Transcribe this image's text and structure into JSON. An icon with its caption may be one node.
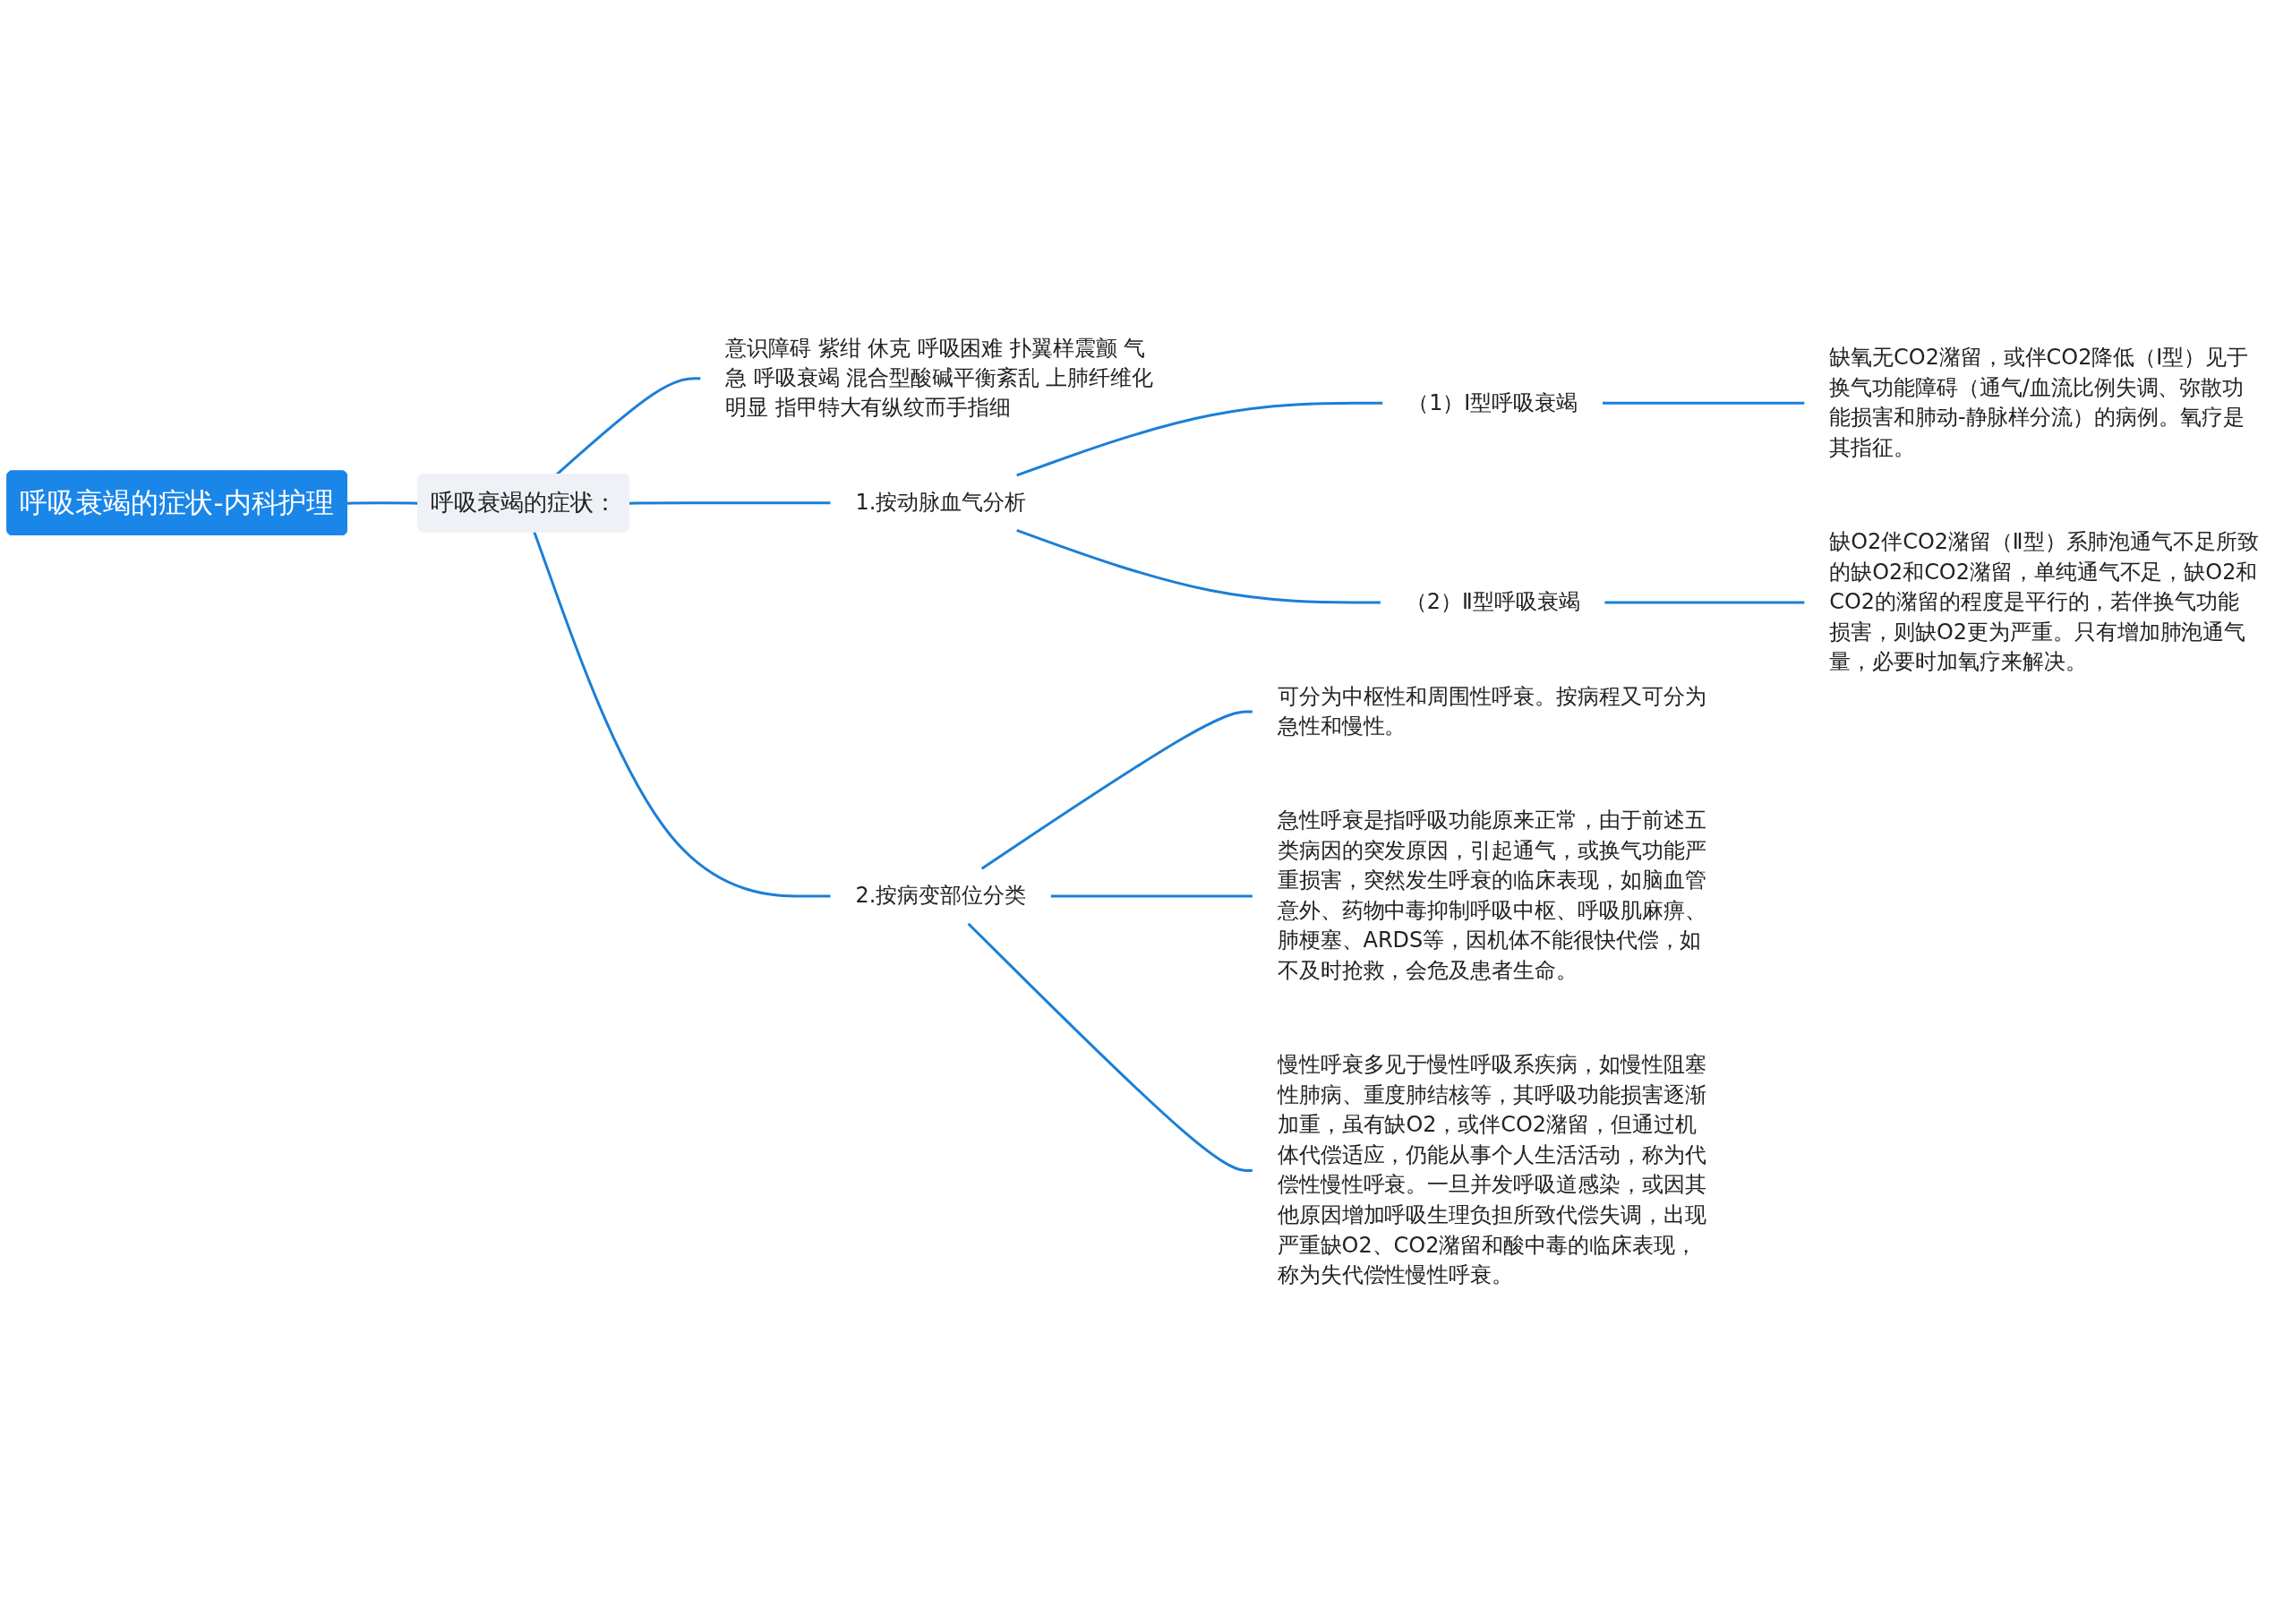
{
  "diagram": {
    "nodes": [
      {
        "text": [
          "呼吸衰竭的症状-内科护理"
        ]
      },
      {
        "text": [
          "呼吸衰竭的症状："
        ]
      },
      {
        "text": [
          "意识障碍 紫绀 休克 呼吸困难 扑翼样震颤 气急 呼吸衰竭 混合型酸碱平衡紊乱 上肺纤维化明显 指甲特大有纵纹而手指细"
        ]
      },
      {
        "text": [
          "1.按动脉血气分析"
        ]
      },
      {
        "text": [
          "（1）Ⅰ型呼吸衰竭"
        ]
      },
      {
        "text": [
          "缺氧无CO2潴留，或伴CO2降低（Ⅰ型）见于换气功能障碍（通气/血流比例失调、弥散功能损害和肺动-静脉样分流）的病例。氧疗是其指征。"
        ]
      },
      {
        "text": [
          "（2）Ⅱ型呼吸衰竭"
        ]
      },
      {
        "text": [
          "缺O2伴CO2潴留（Ⅱ型）系肺泡通气不足所致的缺O2和CO2潴留，单纯通气不足，缺O2和CO2的潴留的程度是平行的，若伴换气功能损害，则缺O2更为严重。只有增加肺泡通气量，必要时加氧疗来解决。"
        ]
      },
      {
        "text": [
          "2.按病变部位分类"
        ]
      },
      {
        "text": [
          "可分为中枢性和周围性呼衰。按病程又可分为急性和慢性。"
        ]
      },
      {
        "text": [
          "急性呼衰是指呼吸功能原来正常，由于前述五类病因的突发原因，引起通气，或换气功能严重损害，突然发生呼衰的临床表现，如脑血管意外、药物中毒抑制呼吸中枢、呼吸肌麻痹、肺梗塞、ARDS等，因机体不能很快代偿，如不及时抢救，会危及患者生命。"
        ]
      },
      {
        "text": [
          "慢性呼衰多见于慢性呼吸系疾病，如慢性阻塞性肺病、重度肺结核等，其呼吸功能损害逐渐加重，虽有缺O2，或伴CO2潴留，但通过机体代偿适应，仍能从事个人生活活动，称为代偿性慢性呼衰。一旦并发呼吸道感染，或因其他原因增加呼吸生理负担所致代偿失调，出现严重缺O2、CO2潴留和酸中毒的临床表现，称为失代偿性慢性呼衰。"
        ]
      }
    ],
    "edges": [
      {
        "from": 0,
        "to": 1,
        "arrow": "none"
      },
      {
        "from": 1,
        "to": 2,
        "arrow": "none"
      },
      {
        "from": 1,
        "to": 3,
        "arrow": "none"
      },
      {
        "from": 1,
        "to": 8,
        "arrow": "none"
      },
      {
        "from": 3,
        "to": 4,
        "arrow": "none"
      },
      {
        "from": 3,
        "to": 6,
        "arrow": "none"
      },
      {
        "from": 4,
        "to": 5,
        "arrow": "none"
      },
      {
        "from": 6,
        "to": 7,
        "arrow": "none"
      },
      {
        "from": 8,
        "to": 9,
        "arrow": "none"
      },
      {
        "from": 8,
        "to": 10,
        "arrow": "none"
      },
      {
        "from": 8,
        "to": 11,
        "arrow": "none"
      }
    ]
  }
}
